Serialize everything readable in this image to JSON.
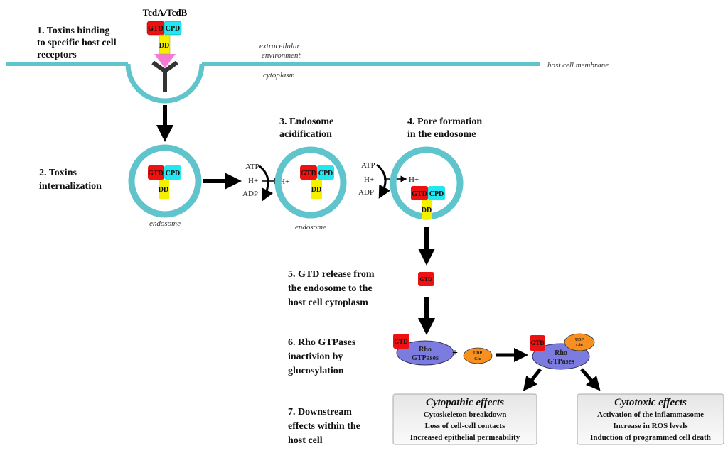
{
  "colors": {
    "membrane": "#5fc4cc",
    "gtd": "#ee1111",
    "cpd": "#22e6f0",
    "dd": "#f5f000",
    "receptor_ligand": "#f57ad8",
    "receptor": "#333333",
    "rho": "#7b7be0",
    "udp_glu": "#f7901e"
  },
  "toxin_label": "TcdA/TcdB",
  "domains": {
    "gtd": "GTD",
    "cpd": "CPD",
    "dd": "DD"
  },
  "labels": {
    "extracellular_1": "extracellular",
    "extracellular_2": "environment",
    "cytoplasm": "cytoplasm",
    "membrane": "host cell membrane",
    "endosome": "endosome",
    "atp": "ATP",
    "hplus": "H+",
    "adp": "ADP",
    "plus": "+",
    "rho_1": "Rho",
    "rho_2": "GTPases",
    "udp_1": "UDP",
    "udp_2": "Glu"
  },
  "steps": {
    "s1": [
      "1. Toxins binding",
      "to specific host cell",
      "receptors"
    ],
    "s2": [
      "2. Toxins",
      "internalization"
    ],
    "s3": [
      "3. Endosome",
      "acidification"
    ],
    "s4": [
      "4. Pore formation",
      "in the endosome"
    ],
    "s5": [
      "5. GTD release from",
      "the endosome to the",
      "host cell cytoplasm"
    ],
    "s6": [
      "6. Rho GTPases",
      "inactivion by",
      "glucosylation"
    ],
    "s7": [
      "7. Downstream",
      "effects within the",
      "host cell"
    ]
  },
  "effects": {
    "cytopathic": {
      "title": "Cytopathic effects",
      "lines": [
        "Cytoskeleton breakdown",
        "Loss of cell-cell contacts",
        "Increased epithelial permeability"
      ]
    },
    "cytotoxic": {
      "title": "Cytotoxic effects",
      "lines": [
        "Activation of the inflammasome",
        "Increase in ROS levels",
        "Induction of programmed cell death"
      ]
    }
  }
}
